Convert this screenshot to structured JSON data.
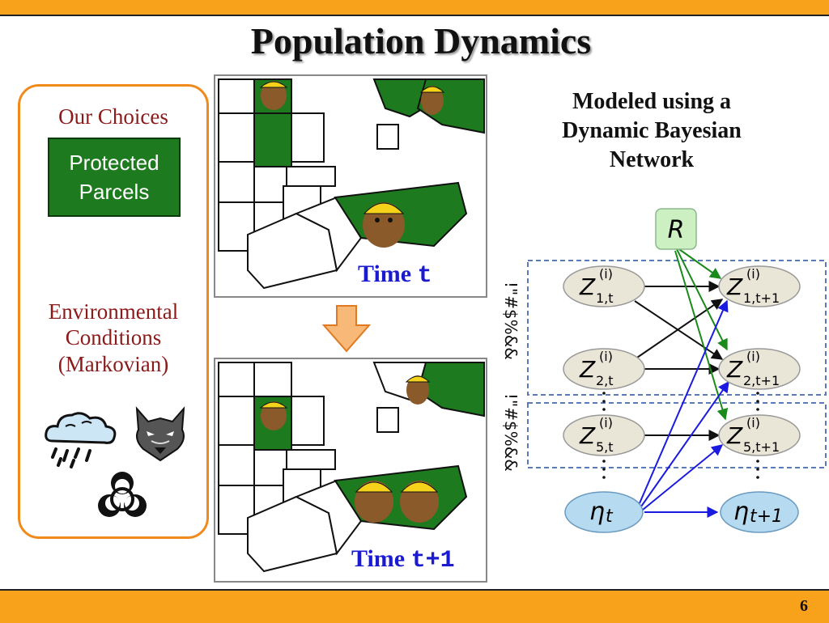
{
  "slide": {
    "title": "Population Dynamics",
    "page_number": "6"
  },
  "left_panel": {
    "choices_label": "Our Choices",
    "protected_lines": [
      "Protected",
      "Parcels"
    ],
    "env_lines": [
      "Environmental",
      "Conditions",
      "(Markovian)"
    ],
    "icons": [
      "rain-cloud-icon",
      "wolf-icon",
      "biohazard-icon"
    ]
  },
  "maps": {
    "time_t": {
      "label": "Time ",
      "var": "t"
    },
    "time_t1": {
      "label": "Time ",
      "var": "t+1"
    }
  },
  "network": {
    "description_lines": [
      "Modeled using a",
      "Dynamic Bayesian",
      "Network"
    ],
    "R_label": "R",
    "node_sub_t": [
      "1,t",
      "2,t",
      "5,t"
    ],
    "node_sub_t1": [
      "1,t+1",
      "2,t+1",
      "5,t+1"
    ],
    "superscript": "(i)",
    "Z_letter": "Z",
    "eta_letter": "η",
    "eta_sub_t": "t",
    "eta_sub_t1": "t+1",
    "garbled_label_1": "!\"#$%&&",
    "garbled_label_2": "!\"#$%&&"
  },
  "colors": {
    "accent": "#f7a21a",
    "parcel_green": "#1e7a1e",
    "node_fill": "#e9e6d8",
    "eta_fill": "#b6daf0",
    "R_fill": "#ccf0c2",
    "blue_arrow": "#1a1ae0",
    "green_arrow": "#1a8a1a"
  }
}
